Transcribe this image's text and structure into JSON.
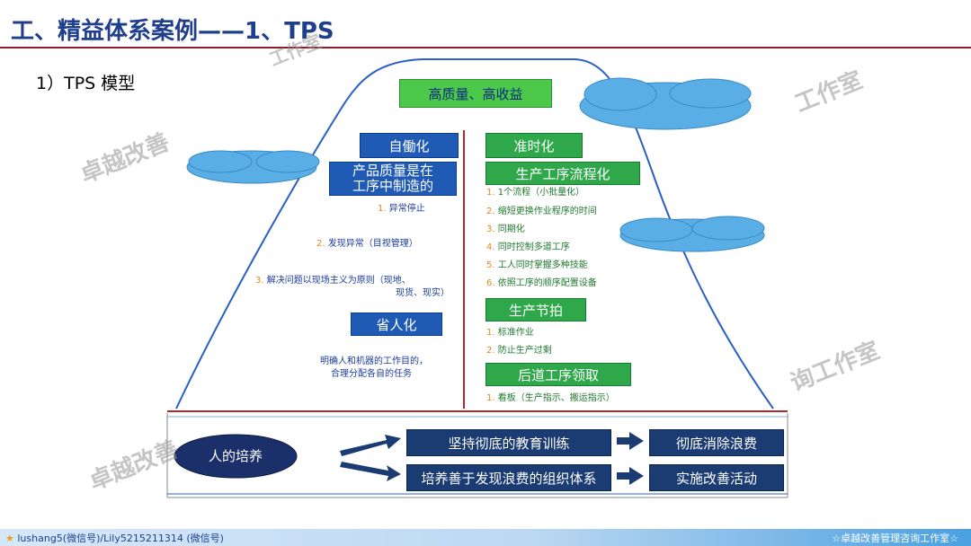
{
  "header": {
    "title": "工、精益体系案例——1、TPS",
    "subtitle": "1）TPS 模型"
  },
  "watermark": {
    "text_left": "卓越改善",
    "text_right_1": "工作室",
    "text_right_2": "询工作室",
    "text_top": "工作室"
  },
  "model": {
    "top_box": "高质量、高收益",
    "left": {
      "jidoka": "自働化",
      "quality_line1": "产品质量是在",
      "quality_line2": "工序中制造的",
      "items": [
        {
          "num": "1.",
          "text": "异常停止"
        },
        {
          "num": "2.",
          "text": "发现异常（目视管理）"
        },
        {
          "num": "3.",
          "text": "解决问题以现场主义为原则（现地、"
        },
        {
          "num": "",
          "text": "现货、现实）"
        }
      ],
      "shojinka": "省人化",
      "shojinka_desc1": "明确人和机器的工作目的，",
      "shojinka_desc2": "合理分配各自的任务"
    },
    "right": {
      "jit": "准时化",
      "flow": "生产工序流程化",
      "flow_items": [
        {
          "num": "1.",
          "text": "1个流程（小批量化）"
        },
        {
          "num": "2.",
          "text": "缩短更换作业程序的时间"
        },
        {
          "num": "3.",
          "text": "同期化"
        },
        {
          "num": "4.",
          "text": "同时控制多道工序"
        },
        {
          "num": "5.",
          "text": "工人同时掌握多种技能"
        },
        {
          "num": "6.",
          "text": "依照工序的顺序配置设备"
        }
      ],
      "takt": "生产节拍",
      "takt_items": [
        {
          "num": "1.",
          "text": "标准作业"
        },
        {
          "num": "2.",
          "text": "防止生产过剩"
        }
      ],
      "pull": "后道工序领取",
      "pull_items": [
        {
          "num": "1.",
          "text": "看板（生产指示、搬运指示）"
        }
      ]
    },
    "base": {
      "people": "人的培养",
      "row1_mid": "坚持彻底的教育训练",
      "row1_right": "彻底消除浪费",
      "row2_mid": "培养善于发现浪费的组织体系",
      "row2_right": "实施改善活动"
    }
  },
  "footer": {
    "left": "lushang5(微信号)/Lily5215211314 (微信号)",
    "right": "☆卓越改善管理咨询工作室☆"
  },
  "colors": {
    "title": "#1f3f8c",
    "rule": "#8a1c2a",
    "blue_box": "#1f5ab4",
    "green_box": "#2ea84a",
    "green_top": "#4cc84a",
    "cloud": "#5aaee6",
    "navy": "#1b3b73"
  }
}
